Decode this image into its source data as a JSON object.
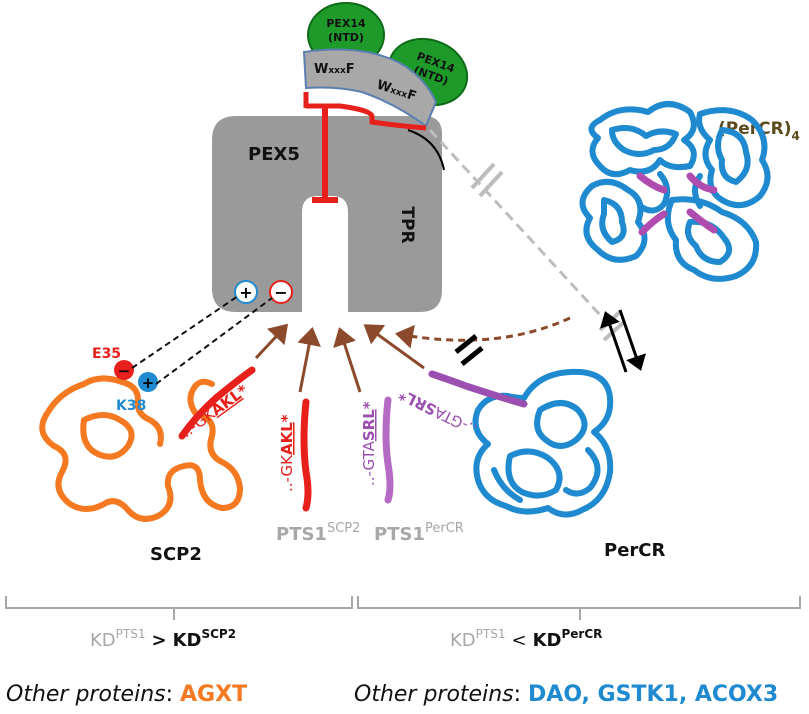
{
  "colors": {
    "scp2": "#f47920",
    "pts1_red": "#e8201c",
    "percr_blue": "#1f8ad0",
    "percr_purple": "#9b4fb0",
    "pex5_gray": "#9a9a9a",
    "pex14_green": "#1e9a2a",
    "arrow_brown": "#8b4a2b",
    "bracket_gray": "#a7a7a7"
  },
  "pex14": {
    "label_a": "PEX14",
    "label_b": "(NTD)"
  },
  "motif": {
    "w": "W",
    "xxx": "xxx",
    "f": "F"
  },
  "pex5": {
    "name": "PEX5",
    "tpr": "TPR",
    "plus": "+",
    "minus": "−"
  },
  "percr_tetramer": {
    "label": "(PerCR)",
    "sub": "4"
  },
  "scp2": {
    "e35": "E35",
    "k38": "K38",
    "minus": "−",
    "plus": "+",
    "seq_pre": "..-GK",
    "seq_akl": "AKL",
    "star": "*",
    "name": "SCP2"
  },
  "pts1_scp2": {
    "seq_pre": "..-GK",
    "seq_akl": "AKL",
    "star": "*",
    "label": "PTS1",
    "sup": "SCP2"
  },
  "pts1_percr": {
    "seq_pre": "..-GTA",
    "seq_srl": "SRL",
    "star": "*",
    "label": "PTS1",
    "sup": "PerCR"
  },
  "percr_mono": {
    "seq_pre": "..-GTA",
    "seq_srl": "SRL",
    "star": "*",
    "name": "PerCR"
  },
  "kd_left": {
    "kd1": "KD",
    "sup1": "PTS1",
    "op": ">",
    "kd2": "KD",
    "sup2": "SCP2"
  },
  "kd_right": {
    "kd1": "KD",
    "sup1": "PTS1",
    "op": "<",
    "kd2": "KD",
    "sup2": "PerCR"
  },
  "bottom_left": {
    "label": "Other proteins",
    "colon": ":",
    "items": "AGXT"
  },
  "bottom_right": {
    "label": "Other proteins",
    "colon": ":",
    "items": "DAO, GSTK1, ACOX3"
  }
}
